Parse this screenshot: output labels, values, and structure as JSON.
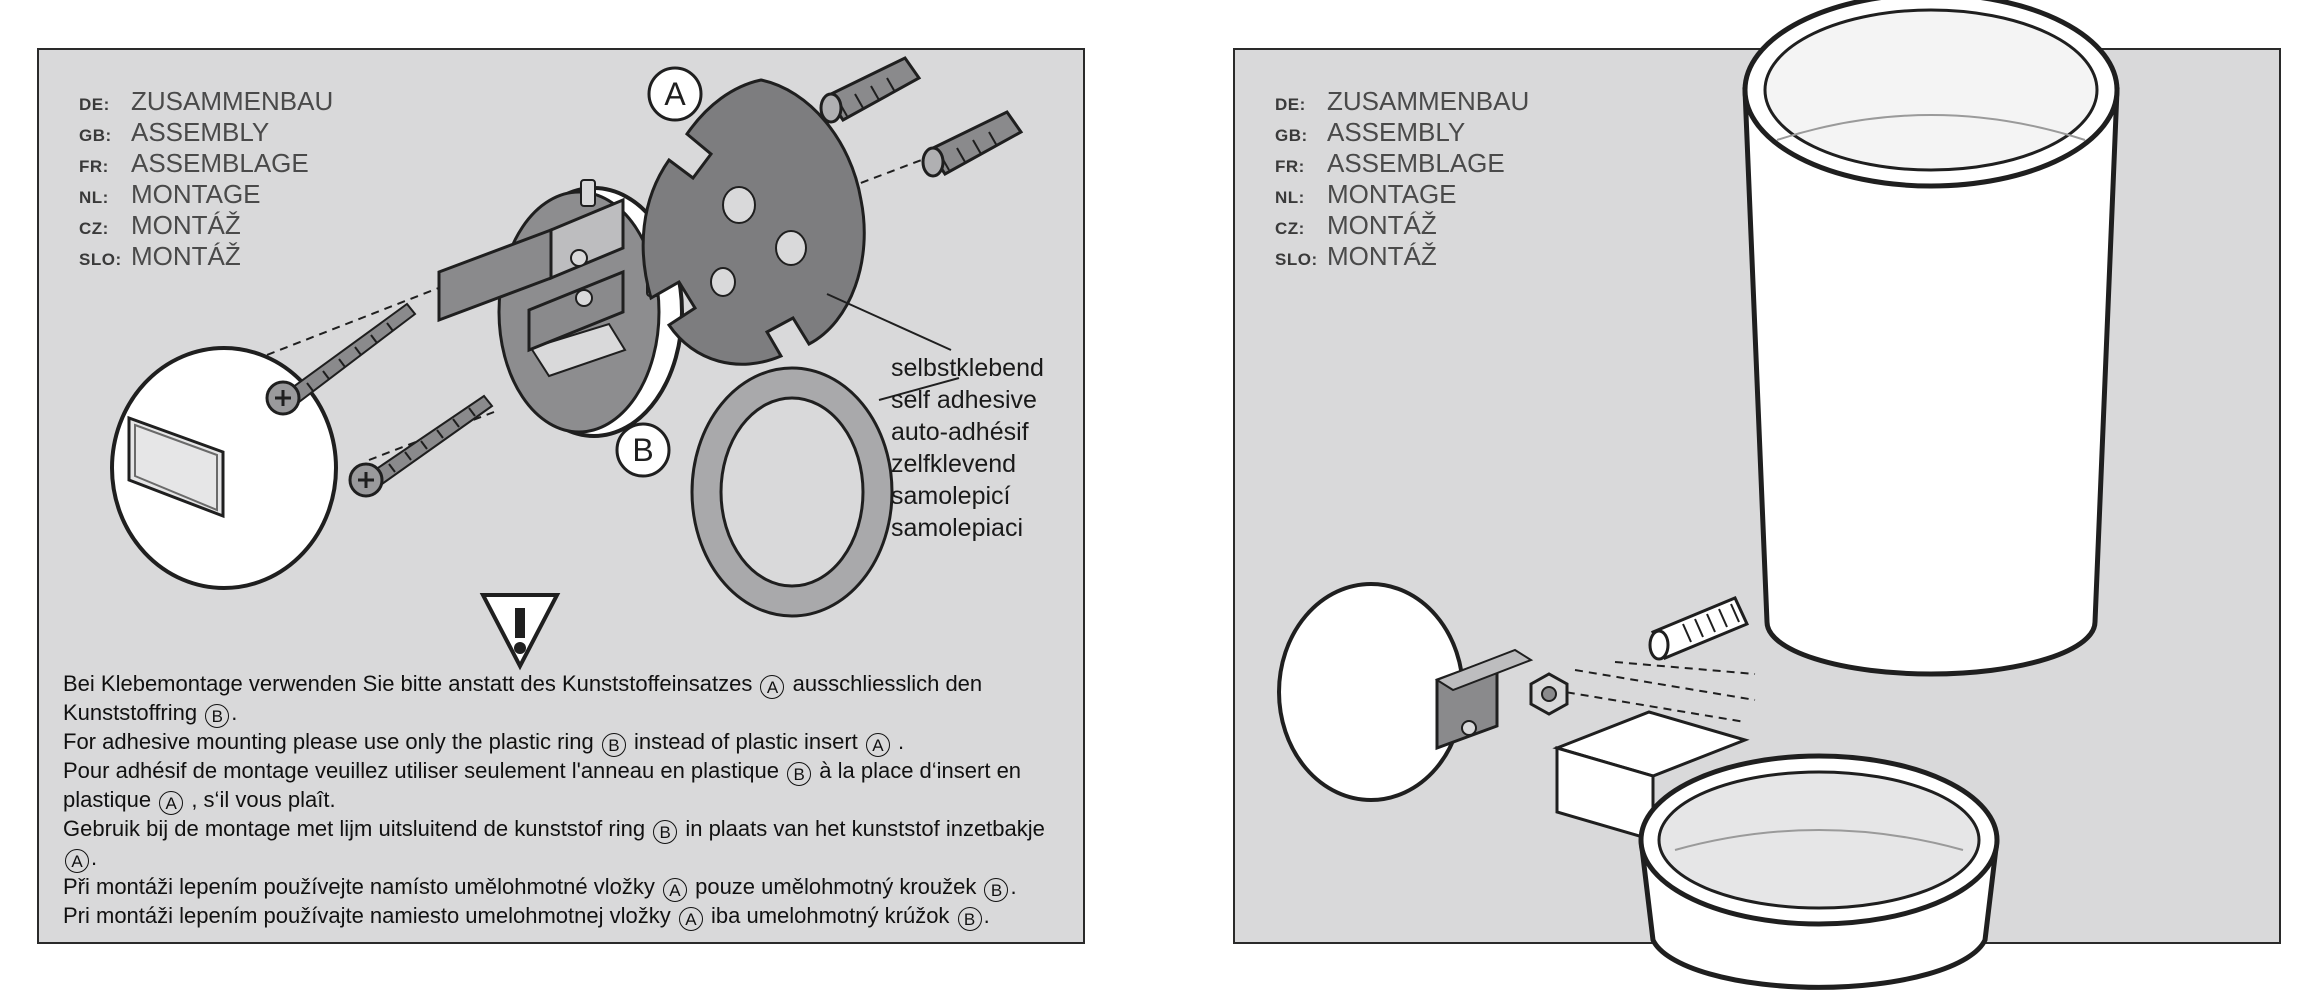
{
  "languages": [
    {
      "code": "DE:",
      "word": "ZUSAMMENBAU"
    },
    {
      "code": "GB:",
      "word": "ASSEMBLY"
    },
    {
      "code": "FR:",
      "word": "ASSEMBLAGE"
    },
    {
      "code": "NL:",
      "word": "MONTAGE"
    },
    {
      "code": "CZ:",
      "word": "MONTÁŽ"
    },
    {
      "code": "SLO:",
      "word": "MONTÁŽ"
    }
  ],
  "callouts": {
    "a": "A",
    "b": "B"
  },
  "adhesive_labels": [
    "selbstklebend",
    "self adhesive",
    "auto-adhésif",
    "zelfklevend",
    "samolepicí",
    "samolepiaci"
  ],
  "instructions": {
    "de": {
      "p1": "Bei Klebemontage verwenden Sie bitte anstatt des Kunststoffeinsatzes",
      "p2": "ausschliesslich den Kunststoffring",
      "p3": "."
    },
    "gb": {
      "p1": "For adhesive mounting please use only the plastic ring",
      "p2": "instead of plastic insert",
      "p3": "."
    },
    "fr": {
      "p1": "Pour adhésif de montage veuillez utiliser seulement l'anneau en plastique",
      "p2": "à la place d‘insert en plastique",
      "p3": ", s‘il vous plaît."
    },
    "nl": {
      "p1": "Gebruik bij de montage met lijm uitsluitend de kunststof ring",
      "p2": "in plaats van het kunststof inzetbakje",
      "p3": "."
    },
    "cz": {
      "p1": "Při montáži lepením používejte namísto umělohmotné vložky",
      "p2": "pouze umělohmotný kroužek",
      "p3": "."
    },
    "slo": {
      "p1": "Pri montáži lepením používajte namiesto umelohmotnej vložky",
      "p2": "iba umelohmotný krúžok",
      "p3": "."
    }
  },
  "colors": {
    "panel_bg": "#d9d9da",
    "stroke": "#1f1f1f",
    "part_fill": "#ffffff",
    "insert_fill": "#7d7d7f",
    "ring_fill": "#a9a9ab"
  },
  "icons": [
    "screw-icon",
    "wall-plug-icon",
    "warning-triangle-icon",
    "threaded-pin-icon",
    "hex-nut-icon"
  ]
}
